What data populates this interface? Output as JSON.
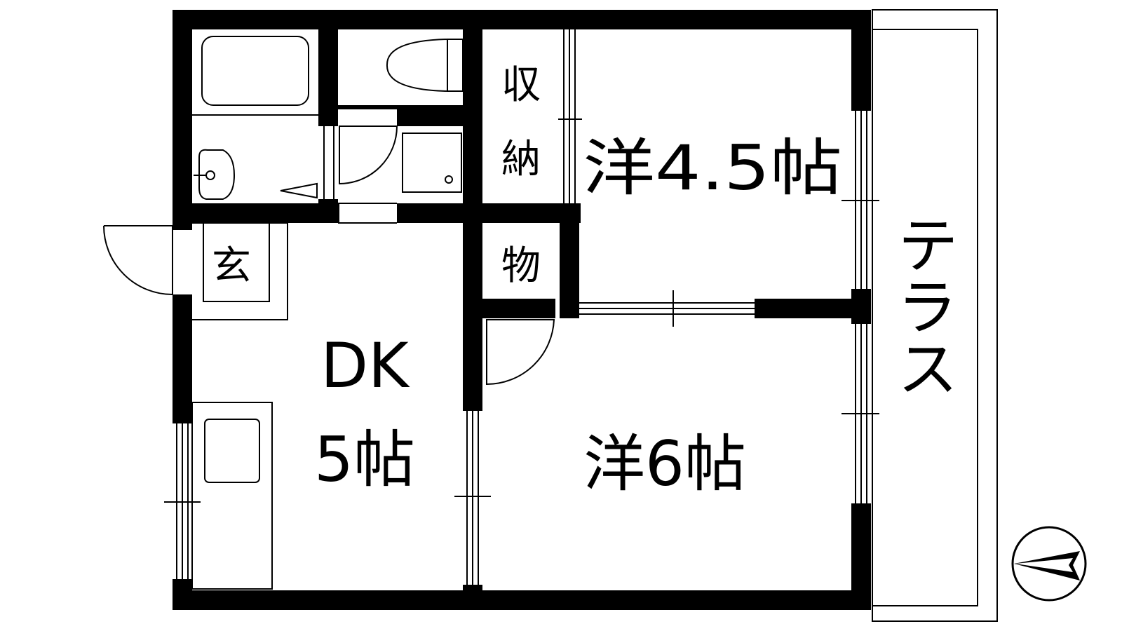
{
  "rooms": {
    "storage_upper": {
      "line1": "収",
      "line2": "納"
    },
    "western_small": {
      "label": "洋4.5帖"
    },
    "terrace": {
      "label": "テラス"
    },
    "entrance": {
      "label": "玄"
    },
    "storage_lower": {
      "label": "物"
    },
    "dining_kitchen": {
      "line1": "DK",
      "line2": "5帖"
    },
    "western_large": {
      "label": "洋6帖"
    }
  },
  "colors": {
    "wall": "#000000",
    "background": "#ffffff"
  },
  "icons": {
    "compass": "north-arrow-icon"
  }
}
